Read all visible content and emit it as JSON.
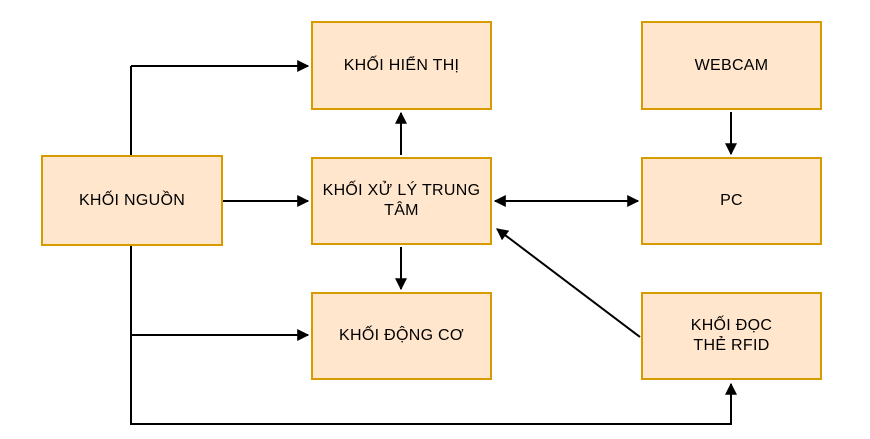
{
  "diagram": {
    "type": "block-diagram",
    "colors": {
      "background": "#FFFFFF",
      "node_fill": "#FFE6CC",
      "node_border": "#D79B00",
      "edge": "#000000",
      "text": "#000000"
    },
    "nodes": {
      "nguon": {
        "label": "KHỐI NGUỒN"
      },
      "hienthi": {
        "label": "KHỐI HIỂN THỊ"
      },
      "webcam": {
        "label": "WEBCAM"
      },
      "trungtam": {
        "label": "KHỐI XỬ LÝ TRUNG\nTÂM"
      },
      "pc": {
        "label": "PC"
      },
      "dongco": {
        "label": "KHỐI ĐỘNG CƠ"
      },
      "rfid": {
        "label": "KHỐI ĐỌC\nTHẺ RFID"
      }
    },
    "edges": [
      {
        "from": "nguon",
        "to": "hienthi",
        "style": "arrow"
      },
      {
        "from": "nguon",
        "to": "trungtam",
        "style": "arrow"
      },
      {
        "from": "nguon",
        "to": "dongco",
        "style": "arrow"
      },
      {
        "from": "nguon",
        "to": "rfid",
        "style": "arrow"
      },
      {
        "from": "trungtam",
        "to": "hienthi",
        "style": "arrow"
      },
      {
        "from": "trungtam",
        "to": "dongco",
        "style": "arrow"
      },
      {
        "from": "trungtam",
        "to": "pc",
        "style": "double-arrow"
      },
      {
        "from": "webcam",
        "to": "pc",
        "style": "arrow"
      },
      {
        "from": "rfid",
        "to": "trungtam",
        "style": "arrow"
      }
    ]
  }
}
